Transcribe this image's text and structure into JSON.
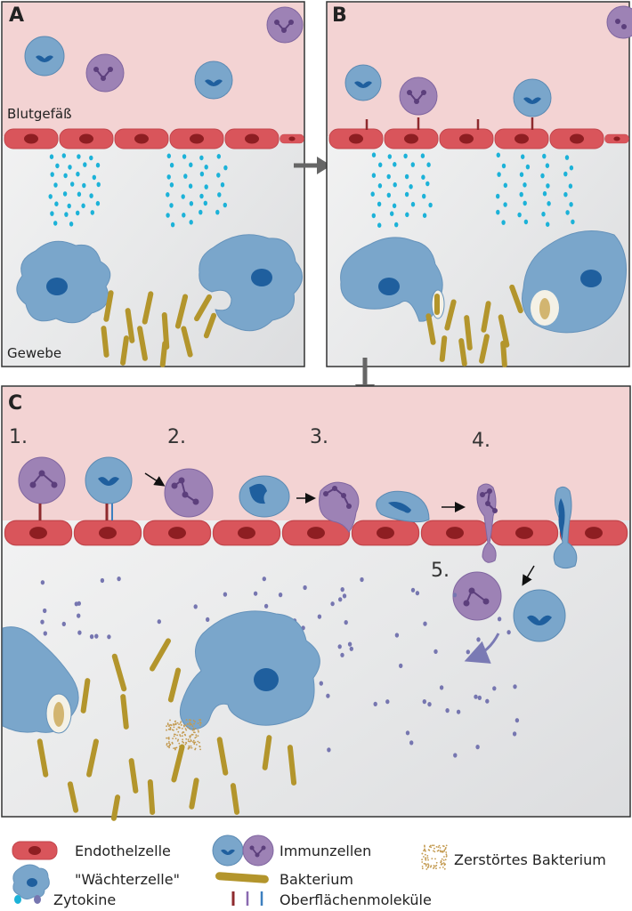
{
  "panels": {
    "a": {
      "letter": "A",
      "vessel_label": "Blutgefäß",
      "tissue_label": "Gewebe"
    },
    "b": {
      "letter": "B"
    },
    "c": {
      "letter": "C",
      "steps": [
        "1.",
        "2.",
        "3.",
        "4.",
        "5."
      ]
    }
  },
  "legend": {
    "endothelial": "Endothelzelle",
    "sentinel": "\"Wächterzelle\"",
    "cytokines": "Zytokine",
    "immune_cells": "Immunzellen",
    "bacterium": "Bakterium",
    "surface_molecules": "Oberflächenmoleküle",
    "destroyed_bacterium": "Zerstörtes Bakterium"
  },
  "colors": {
    "blood": "#f3d3d3",
    "tissue": "#e9e9ea",
    "endothelium": "#d9555b",
    "endothelium_nucleus": "#8e1e22",
    "immune_blue": "#7aa6cb",
    "immune_purple": "#9d82b5",
    "nucleus_blue": "#1f5f9e",
    "nucleus_purple": "#5c3f7c",
    "bacterium": "#b3952c",
    "cytokine_cyan": "#1cb2d8",
    "cytokine_purple": "#7676b0",
    "molecule_red": "#8e2a2e",
    "arrow_gray": "#666666"
  }
}
